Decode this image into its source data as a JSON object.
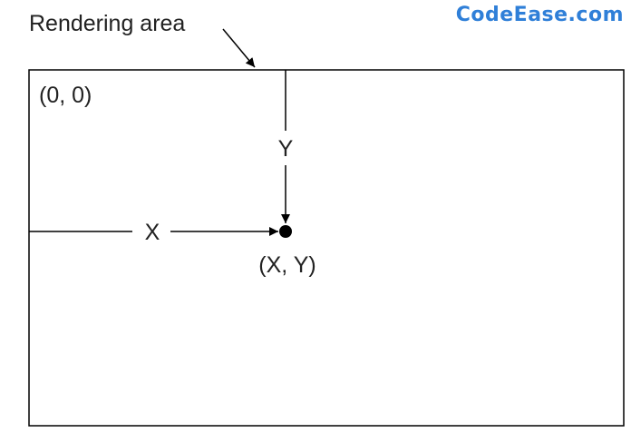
{
  "diagram": {
    "caption": "Rendering area",
    "origin_label": "(0, 0)",
    "x_axis_label": "X",
    "y_axis_label": "Y",
    "point_label": "(X, Y)"
  },
  "watermark": {
    "text": "CodeEase.com"
  },
  "colors": {
    "line": "#000000",
    "text": "#222222",
    "watermark": "#2f7fd8",
    "background": "#ffffff"
  }
}
